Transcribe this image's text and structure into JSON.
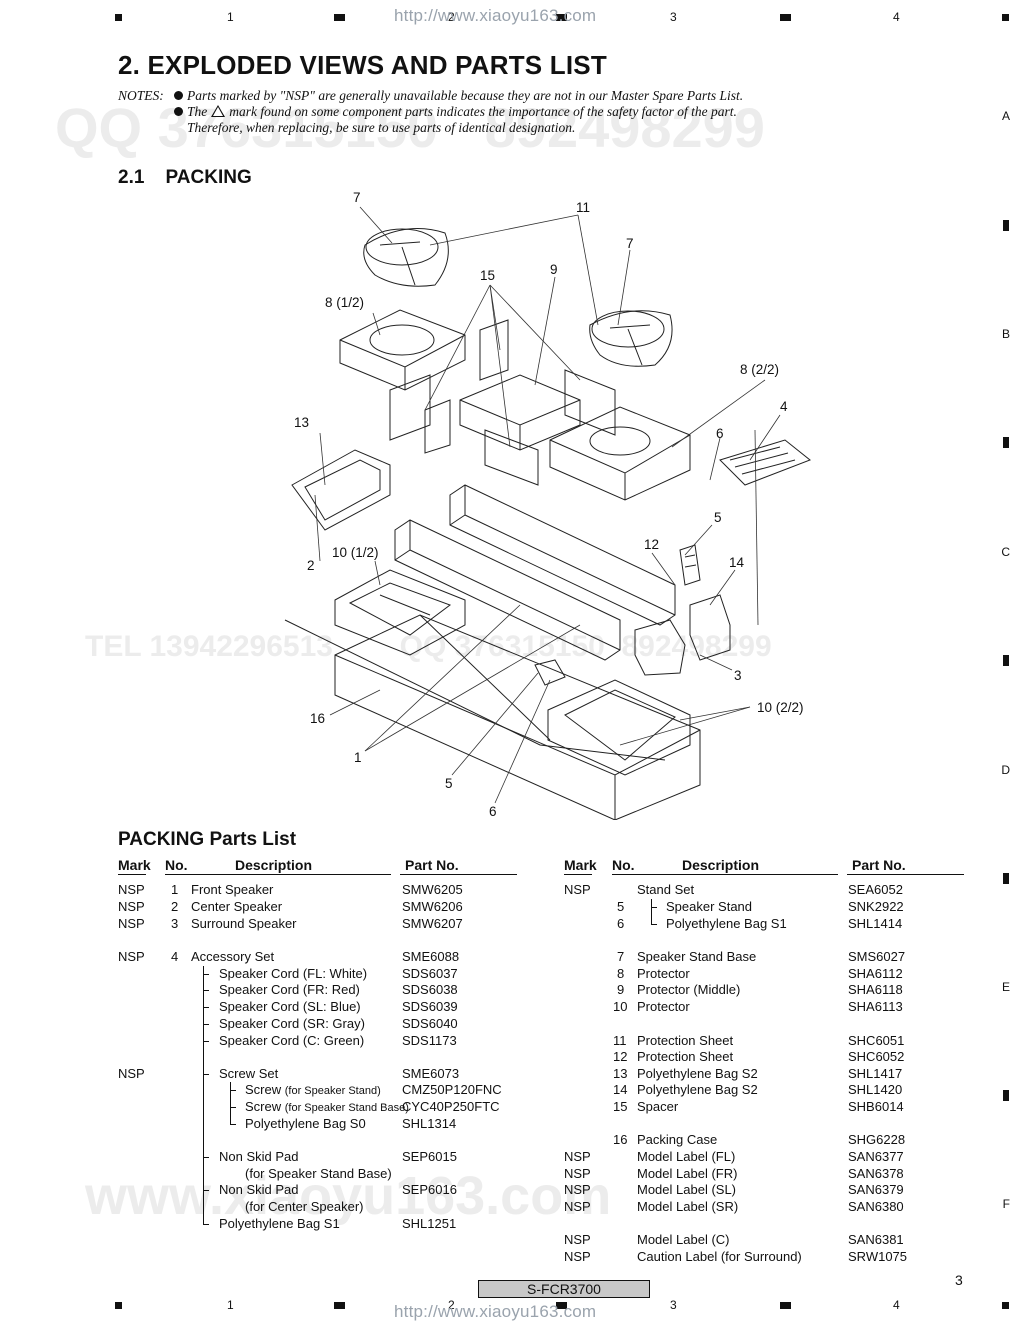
{
  "frame": {
    "top_numbers": [
      "1",
      "2",
      "3",
      "4"
    ],
    "side_letters": [
      "A",
      "B",
      "C",
      "D",
      "E",
      "F"
    ],
    "watermark_url": "http://www.xiaoyu163.com"
  },
  "heading": "2. EXPLODED VIEWS AND PARTS LIST",
  "notes": {
    "label": "NOTES:",
    "line1": "Parts marked by \"NSP\" are generally unavailable because they are not in our Master Spare Parts List.",
    "line2_a": "The",
    "line2_b": "mark found on some component parts indicates the importance of the safety factor of the part.",
    "line3": "Therefore, when replacing, be sure to use parts of identical designation."
  },
  "section": "2.1    PACKING",
  "callouts": [
    "7",
    "11",
    "7",
    "15",
    "9",
    "8 (1/2)",
    "8 (2/2)",
    "4",
    "13",
    "6",
    "5",
    "12",
    "14",
    "2",
    "10 (1/2)",
    "3",
    "10 (2/2)",
    "16",
    "1",
    "5",
    "6"
  ],
  "parts_title": "PACKING Parts List",
  "headers": {
    "mark": "Mark",
    "no": "No.",
    "desc": "Description",
    "part": "Part No."
  },
  "left_rows": [
    {
      "mark": "NSP",
      "no": "1",
      "desc": "Front Speaker",
      "part": "SMW6205"
    },
    {
      "mark": "NSP",
      "no": "2",
      "desc": "Center Speaker",
      "part": "SMW6206"
    },
    {
      "mark": "NSP",
      "no": "3",
      "desc": "Surround Speaker",
      "part": "SMW6207"
    },
    {
      "mark": "NSP",
      "no": "4",
      "desc": "Accessory Set",
      "part": "SME6088"
    },
    {
      "mark": "",
      "no": "",
      "desc": "Speaker Cord (FL: White)",
      "part": "SDS6037"
    },
    {
      "mark": "",
      "no": "",
      "desc": "Speaker Cord (FR: Red)",
      "part": "SDS6038"
    },
    {
      "mark": "",
      "no": "",
      "desc": "Speaker Cord (SL: Blue)",
      "part": "SDS6039"
    },
    {
      "mark": "",
      "no": "",
      "desc": "Speaker Cord (SR: Gray)",
      "part": "SDS6040"
    },
    {
      "mark": "",
      "no": "",
      "desc": "Speaker Cord (C: Green)",
      "part": "SDS1173"
    },
    {
      "mark": "NSP",
      "no": "",
      "desc": "Screw Set",
      "part": "SME6073"
    },
    {
      "mark": "",
      "no": "",
      "desc": "Screw",
      "desc_small": "(for Speaker Stand)",
      "part": "CMZ50P120FNC"
    },
    {
      "mark": "",
      "no": "",
      "desc": "Screw",
      "desc_small": "(for Speaker Stand Base)",
      "part": "CYC40P250FTC"
    },
    {
      "mark": "",
      "no": "",
      "desc": "Polyethylene Bag S0",
      "part": "SHL1314"
    },
    {
      "mark": "",
      "no": "",
      "desc": "Non Skid Pad",
      "part": "SEP6015"
    },
    {
      "mark": "",
      "no": "",
      "desc": "(for Speaker Stand Base)",
      "part": ""
    },
    {
      "mark": "",
      "no": "",
      "desc": "Non Skid Pad",
      "part": "SEP6016"
    },
    {
      "mark": "",
      "no": "",
      "desc": "(for Center Speaker)",
      "part": ""
    },
    {
      "mark": "",
      "no": "",
      "desc": "Polyethylene Bag S1",
      "part": "SHL1251"
    }
  ],
  "right_rows": [
    {
      "mark": "NSP",
      "no": "",
      "desc": "Stand Set",
      "part": "SEA6052"
    },
    {
      "mark": "",
      "no": "5",
      "desc": "Speaker Stand",
      "part": "SNK2922"
    },
    {
      "mark": "",
      "no": "6",
      "desc": "Polyethylene Bag S1",
      "part": "SHL1414"
    },
    {
      "mark": "",
      "no": "7",
      "desc": "Speaker Stand Base",
      "part": "SMS6027"
    },
    {
      "mark": "",
      "no": "8",
      "desc": "Protector",
      "part": "SHA6112"
    },
    {
      "mark": "",
      "no": "9",
      "desc": "Protector (Middle)",
      "part": "SHA6118"
    },
    {
      "mark": "",
      "no": "10",
      "desc": "Protector",
      "part": "SHA6113"
    },
    {
      "mark": "",
      "no": "11",
      "desc": "Protection Sheet",
      "part": "SHC6051"
    },
    {
      "mark": "",
      "no": "12",
      "desc": "Protection Sheet",
      "part": "SHC6052"
    },
    {
      "mark": "",
      "no": "13",
      "desc": "Polyethylene Bag S2",
      "part": "SHL1417"
    },
    {
      "mark": "",
      "no": "14",
      "desc": "Polyethylene Bag S2",
      "part": "SHL1420"
    },
    {
      "mark": "",
      "no": "15",
      "desc": "Spacer",
      "part": "SHB6014"
    },
    {
      "mark": "",
      "no": "16",
      "desc": "Packing Case",
      "part": "SHG6228"
    },
    {
      "mark": "NSP",
      "no": "",
      "desc": "Model Label (FL)",
      "part": "SAN6377"
    },
    {
      "mark": "NSP",
      "no": "",
      "desc": "Model Label (FR)",
      "part": "SAN6378"
    },
    {
      "mark": "NSP",
      "no": "",
      "desc": "Model Label (SL)",
      "part": "SAN6379"
    },
    {
      "mark": "NSP",
      "no": "",
      "desc": "Model Label (SR)",
      "part": "SAN6380"
    },
    {
      "mark": "NSP",
      "no": "",
      "desc": "Model Label (C)",
      "part": "SAN6381"
    },
    {
      "mark": "NSP",
      "no": "",
      "desc": "Caution Label (for Surround)",
      "part": "SRW1075"
    }
  ],
  "model": "S-FCR3700",
  "page_number": "3"
}
